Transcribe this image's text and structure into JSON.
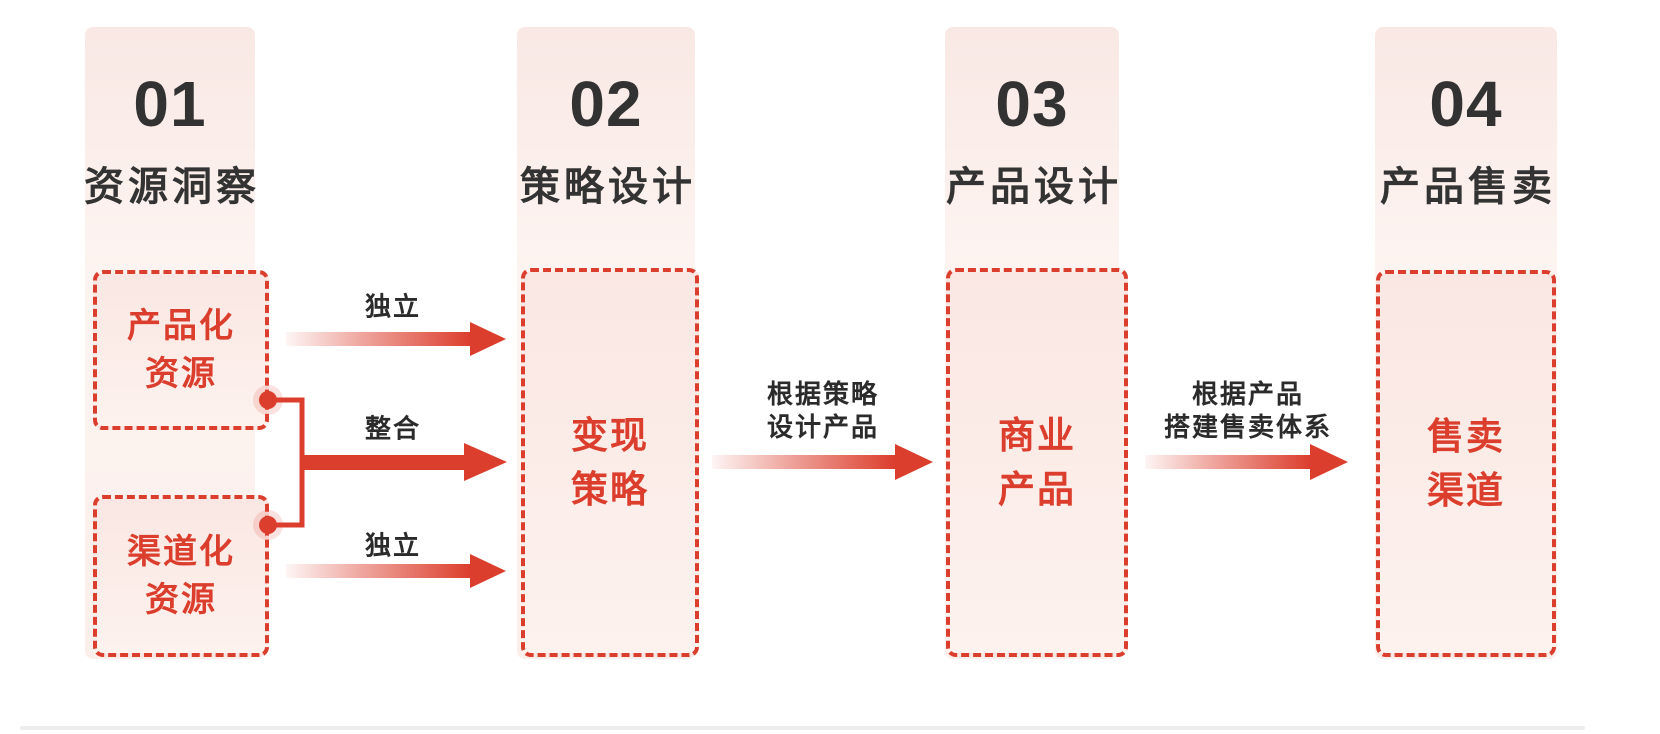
{
  "diagram": {
    "columns": [
      {
        "number": "01",
        "title": "资源洞察"
      },
      {
        "number": "02",
        "title": "策略设计"
      },
      {
        "number": "03",
        "title": "产品设计"
      },
      {
        "number": "04",
        "title": "产品售卖"
      }
    ],
    "nodes": {
      "productized_resource": {
        "line1": "产品化",
        "line2": "资源"
      },
      "channelized_resource": {
        "line1": "渠道化",
        "line2": "资源"
      },
      "monetization_strategy": {
        "line1": "变现",
        "line2": "策略"
      },
      "commercial_product": {
        "line1": "商业",
        "line2": "产品"
      },
      "sales_channel": {
        "line1": "售卖",
        "line2": "渠道"
      }
    },
    "arrow_labels": {
      "independent_top": "独立",
      "integrate": "整合",
      "independent_bottom": "独立",
      "strategy_to_product_line1": "根据策略",
      "strategy_to_product_line2": "设计产品",
      "product_to_sales_line1": "根据产品",
      "product_to_sales_line2": "搭建售卖体系"
    },
    "colors": {
      "accent_red": "#dc3e2d",
      "heading_dark": "#333333",
      "arrow_label_dark": "#2b2b2b",
      "band_pink_top": "#f9e8e4",
      "box_fill_pink": "#fae7e3",
      "divider_gray": "#ebedee"
    }
  }
}
